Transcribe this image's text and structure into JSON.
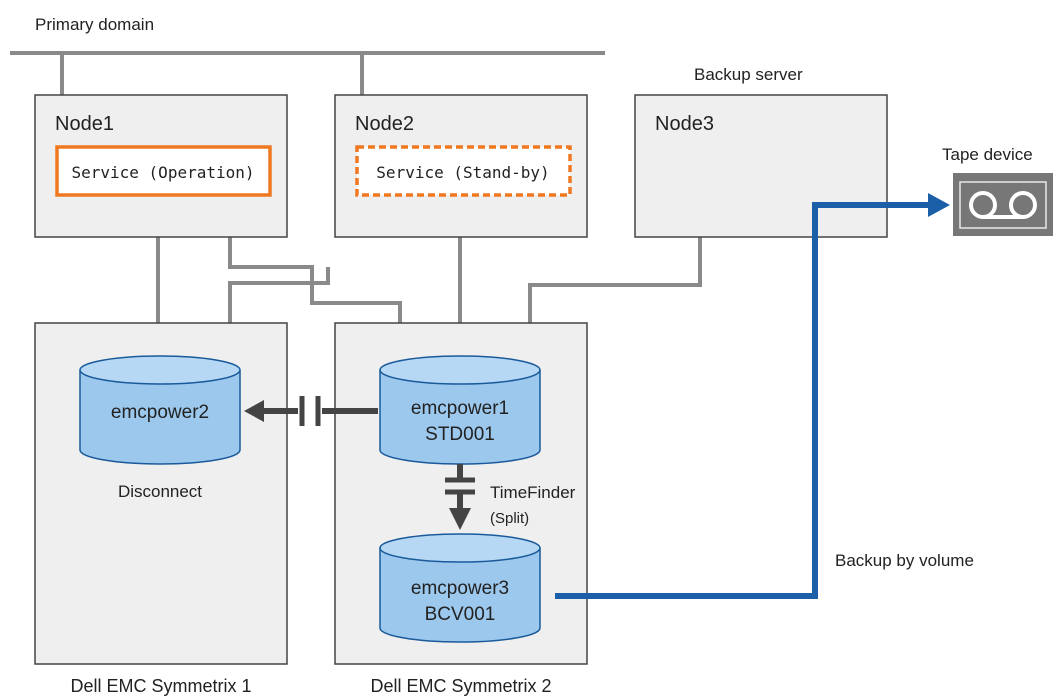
{
  "labels": {
    "primary_domain": "Primary domain",
    "backup_server": "Backup server",
    "tape_device": "Tape device",
    "backup_by_volume": "Backup by volume",
    "disconnect": "Disconnect",
    "timefinder": "TimeFinder",
    "split": "(Split)"
  },
  "nodes": {
    "node1": {
      "label": "Node1",
      "service": "Service (Operation)"
    },
    "node2": {
      "label": "Node2",
      "service": "Service (Stand-by)"
    },
    "node3": {
      "label": "Node3"
    }
  },
  "storage": {
    "sym1": {
      "label": "Dell EMC Symmetrix 1",
      "disk1": "emcpower2"
    },
    "sym2": {
      "label": "Dell EMC Symmetrix 2",
      "disk1_line1": "emcpower1",
      "disk1_line2": "STD001",
      "disk2_line1": "emcpower3",
      "disk2_line2": "BCV001"
    }
  },
  "colors": {
    "box_fill": "#efefef",
    "box_stroke": "#444444",
    "line": "#8a8a8a",
    "service_border": "#f07820",
    "disk_fill": "#9cc8ee",
    "disk_top": "#b6d8f4",
    "disk_stroke": "#1a5a9a",
    "backup_line": "#1a5fa8",
    "connector": "#444444",
    "tape": "#777777"
  }
}
